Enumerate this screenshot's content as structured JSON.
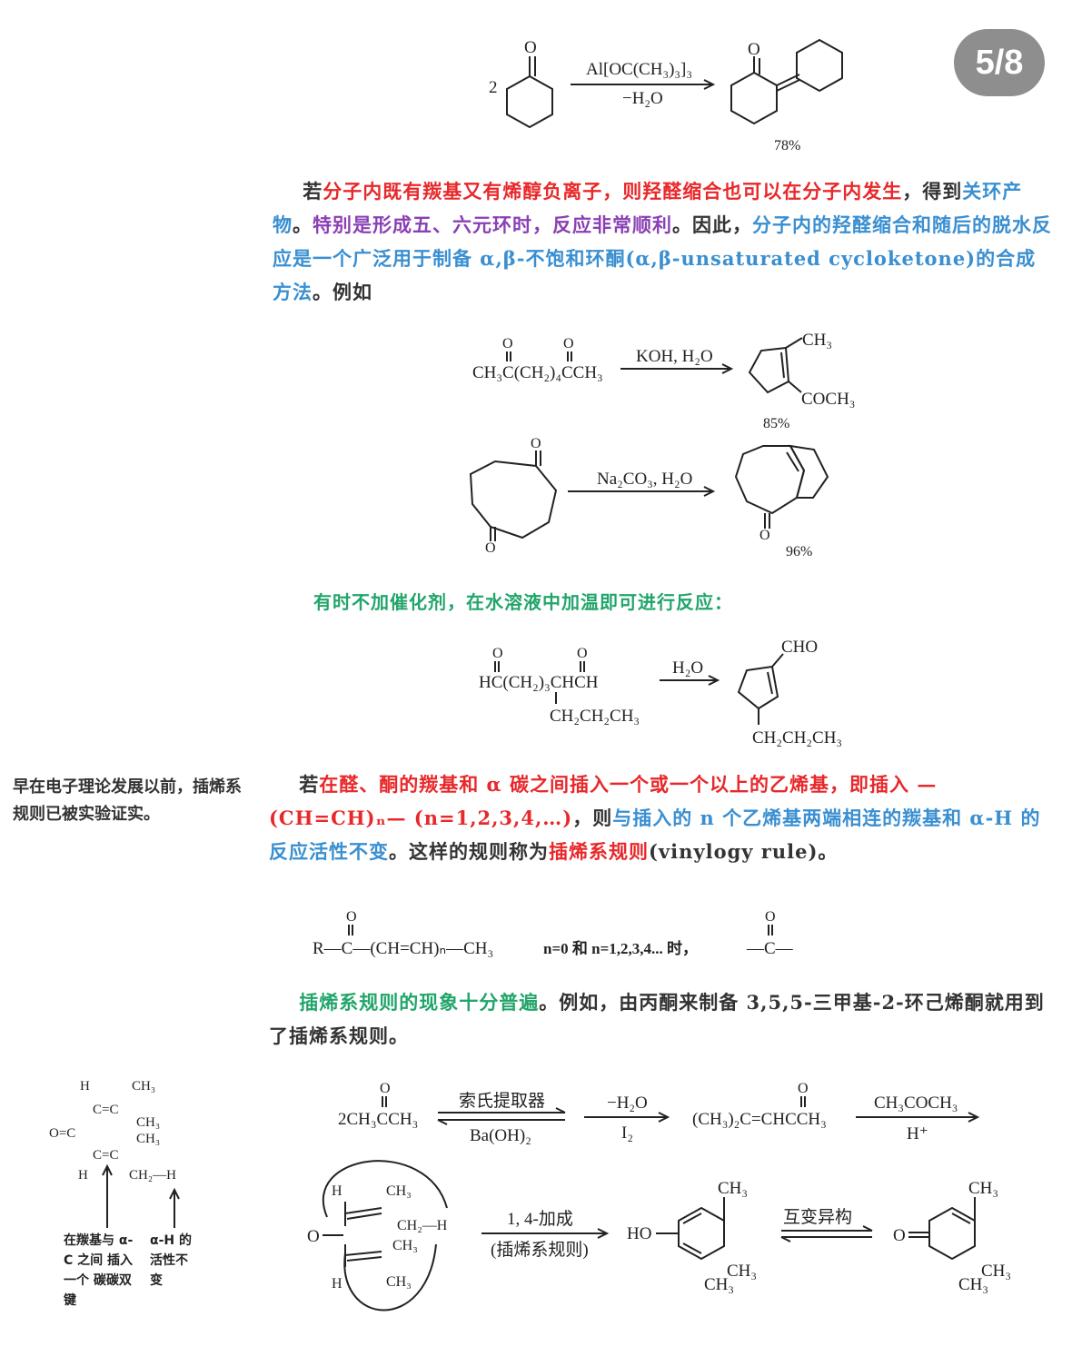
{
  "page_badge": "5/8",
  "reaction1": {
    "coef": "2",
    "reagent": "Al[OC(CH₃)₃]₃",
    "condition": "−H₂O",
    "yield": "78%",
    "o": "O"
  },
  "para1": {
    "t1": "若",
    "t2": "分子内既有羰基又有烯醇负离子，则羟醛缩合也可以在分子内发生",
    "t3": "，得到",
    "t4": "关环产物",
    "t5": "。",
    "t6": "特别是形成五、六元环时，反应非常顺利",
    "t7": "。因此，",
    "t8": "分子内的羟醛缩合和随后的脱水反应是一个广泛用于制备 α,β-不饱和环酮(α,β-unsaturated cycloketone)的合成方法",
    "t9": "。例如"
  },
  "reaction2": {
    "reactant": "CH₃C(CH₂)₄CCH₃",
    "o1": "O",
    "o2": "O",
    "reagent": "KOH, H₂O",
    "sub1": "CH₃",
    "sub2": "COCH₃",
    "yield": "85%"
  },
  "reaction3": {
    "reagent": "Na₂CO₃, H₂O",
    "o": "O",
    "yield": "96%"
  },
  "green_note": "有时不加催化剂，在水溶液中加温即可进行反应：",
  "reaction4": {
    "reactant": "HC(CH₂)₃CHCH",
    "branch": "CH₂CH₂CH₃",
    "o1": "O",
    "o2": "O",
    "reagent": "H₂O",
    "sub1": "CHO",
    "sub2": "CH₂CH₂CH₃"
  },
  "side_note1": "早在电子理论发展以前，插烯系规则已被实验证实。",
  "para2": {
    "t1": "若",
    "t2": "在醛、酮的羰基和 α 碳之间插入一个或一个以上的乙烯基，即插入 —(CH=CH)ₙ— (n=1,2,3,4,…)",
    "t3": "，则",
    "t4": "与插入的 n 个乙烯基两端相连的羰基和 α-H 的反应活性不变",
    "t5": "。这样的规则称为",
    "t6": "插烯系规则",
    "t7": "(vinylogy rule)。"
  },
  "formula": {
    "left": "R—C—(CH=CH)ₙ—CH₃",
    "mid": "n=0 和 n=1,2,3,4... 时，",
    "right": "—C—",
    "o": "O"
  },
  "para3": {
    "t1": "插烯系规则的现象十分普遍",
    "t2": "。例如，由丙酮来制备 3,5,5-三甲基-2-环己烯酮就用到了插烯系规则。"
  },
  "scheme": {
    "r1": "2CH₃CCH₃",
    "arrow1_top": "索氏提取器",
    "arrow1_bottom": "Ba(OH)₂",
    "arrow2_top": "−H₂O",
    "arrow2_bottom": "I₂",
    "r2": "(CH₃)₂C=CHCCH₃",
    "arrow3_top": "CH₃COCH₃",
    "arrow3_bottom": "H⁺",
    "arrow4_top": "1, 4-加成",
    "arrow4_bottom": "(插烯系规则)",
    "arrow5_top": "互变异构",
    "ho": "HO",
    "o": "O",
    "ch3": "CH₃",
    "h": "H",
    "ch2h": "CH₂—H"
  },
  "left_diagram": {
    "o": "O=C",
    "label1": "在羰基与 α-C 之间 插入一个 碳碳双键",
    "label2": "α-H 的 活性不 变"
  }
}
